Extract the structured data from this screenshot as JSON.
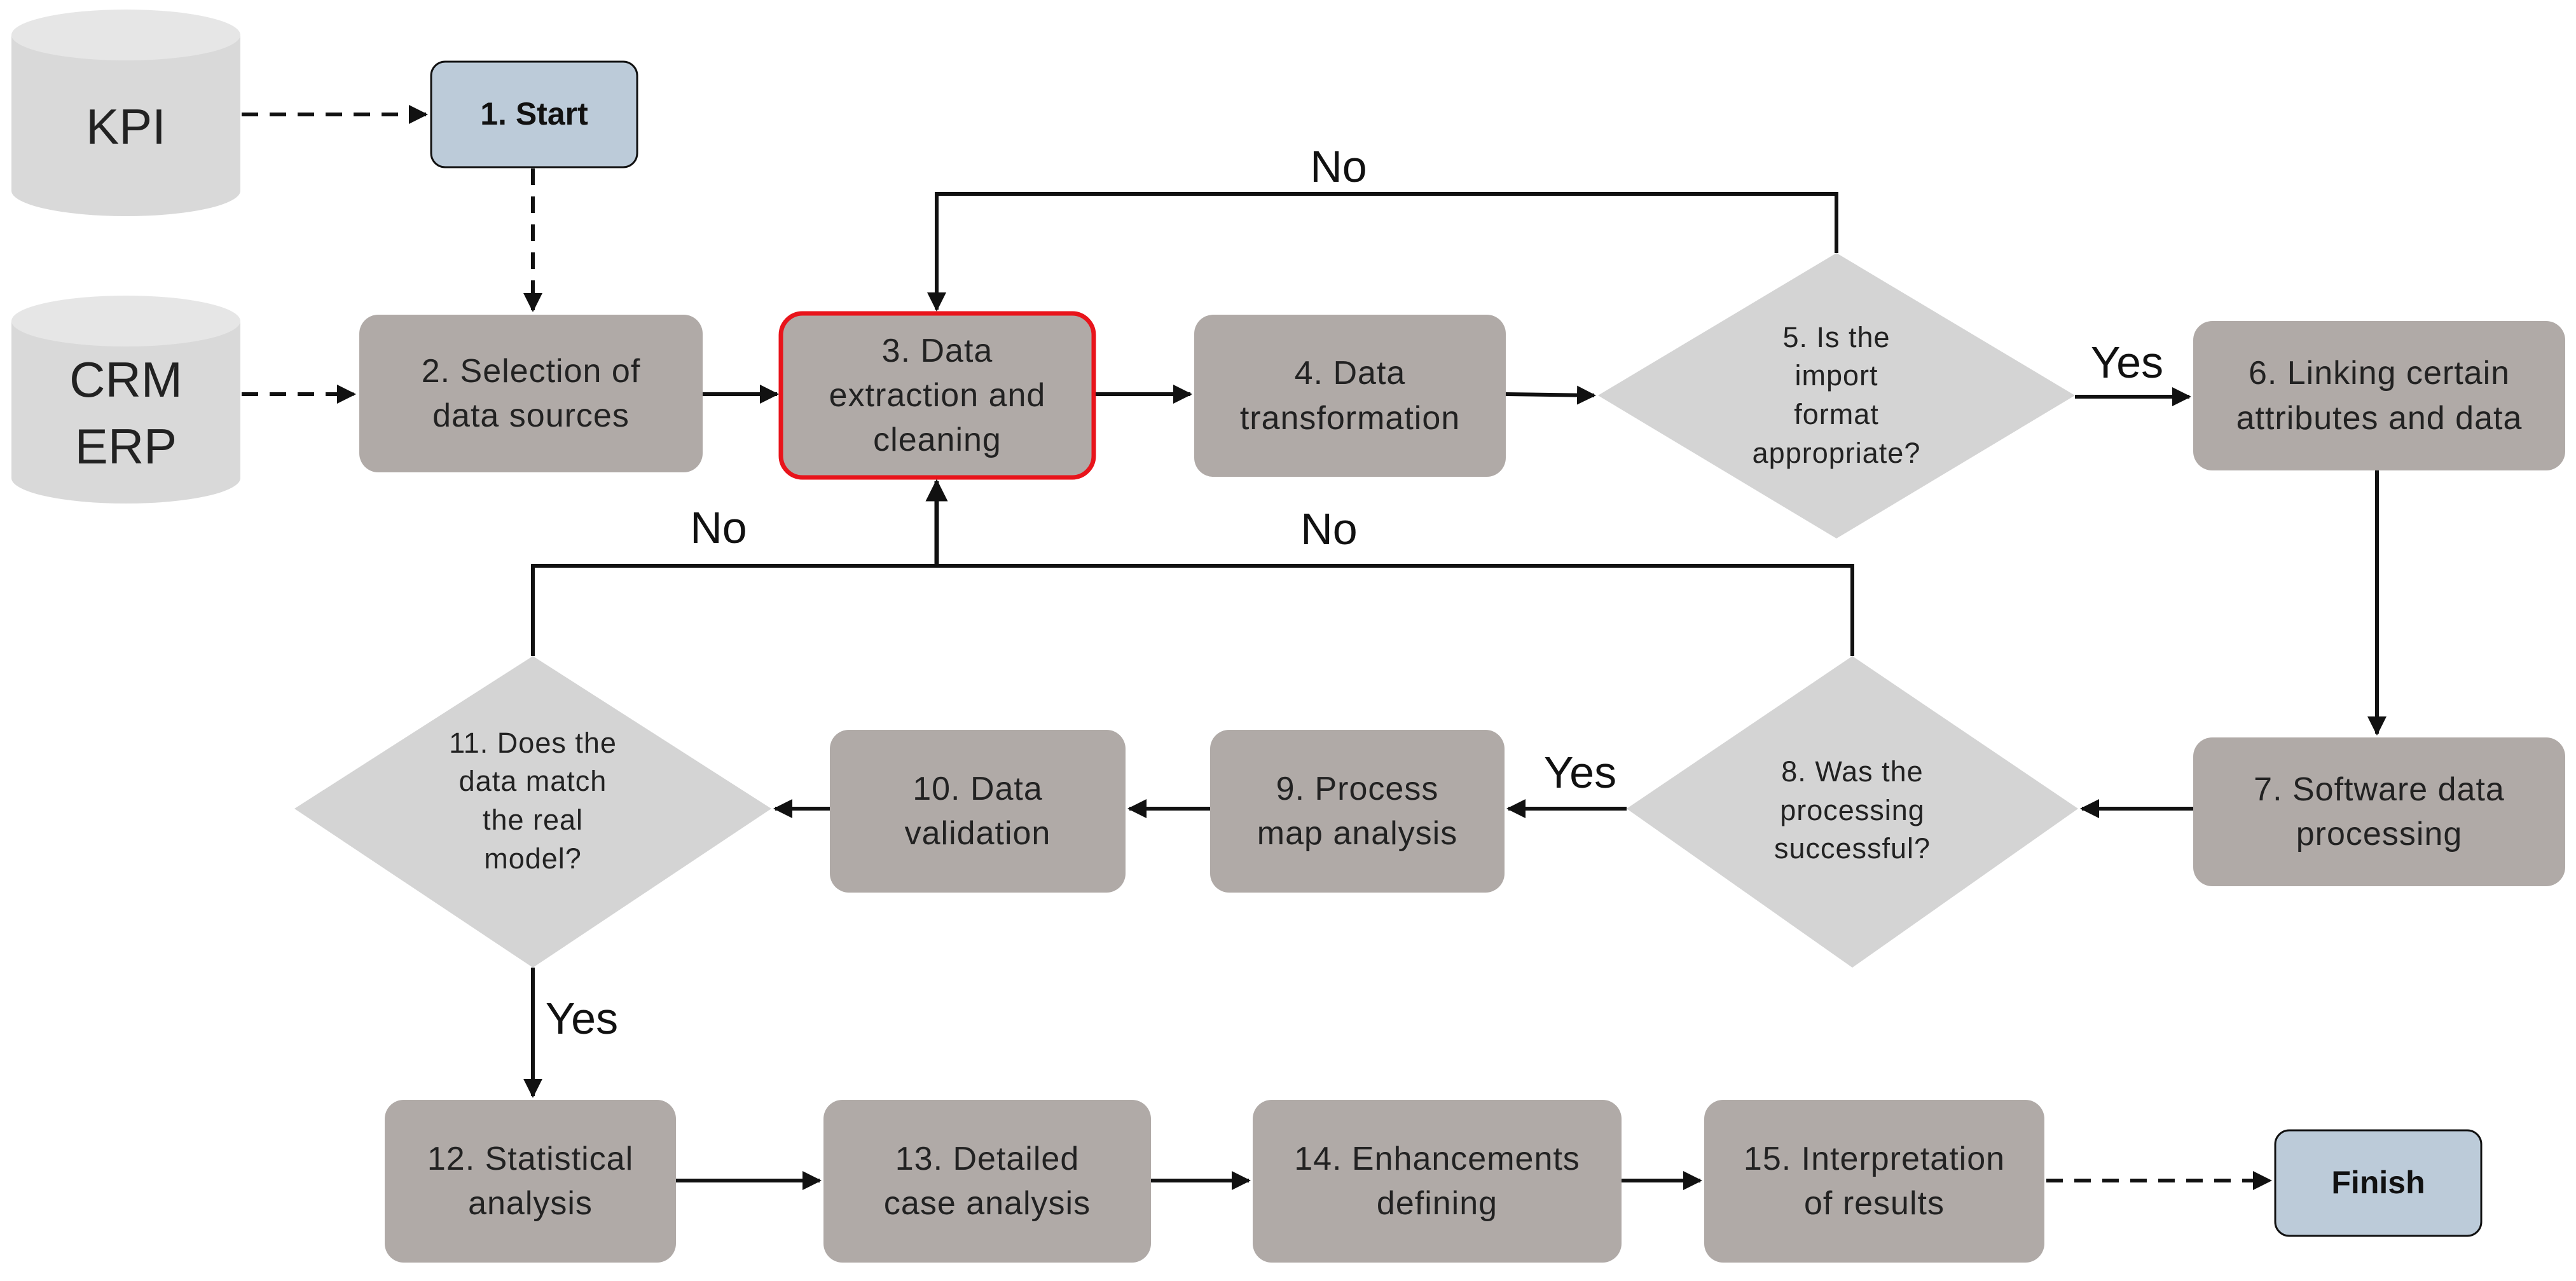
{
  "sources": {
    "kpi": [
      "KPI"
    ],
    "crm_erp": [
      "CRM",
      "ERP"
    ]
  },
  "terminals": {
    "start": [
      "1. Start"
    ],
    "finish": [
      "Finish"
    ]
  },
  "steps": {
    "s2": [
      "2. Selection of",
      "data sources"
    ],
    "s3": [
      "3. Data",
      "extraction and",
      "cleaning"
    ],
    "s4": [
      "4. Data",
      "transformation"
    ],
    "s6": [
      "6. Linking certain",
      "attributes and data"
    ],
    "s7": [
      "7. Software data",
      "processing"
    ],
    "s9": [
      "9. Process",
      "map analysis"
    ],
    "s10": [
      "10. Data",
      "validation"
    ],
    "s12": [
      "12. Statistical",
      "analysis"
    ],
    "s13": [
      "13. Detailed",
      "case analysis"
    ],
    "s14": [
      "14. Enhancements",
      "defining"
    ],
    "s15": [
      "15. Interpretation",
      "of results"
    ]
  },
  "decisions": {
    "d5": [
      "5. Is the",
      "import",
      "format",
      "appropriate?"
    ],
    "d8": [
      "8. Was the",
      "processing",
      "successful?"
    ],
    "d11": [
      "11. Does the",
      "data match",
      "the real",
      "model?"
    ]
  },
  "edge_labels": {
    "no_top": "No",
    "yes_5_6": "Yes",
    "no_11": "No",
    "no_8": "No",
    "yes_8_9": "Yes",
    "yes_11_12": "Yes"
  },
  "colors": {
    "process_fill": "#b0aaa7",
    "decision_fill": "#d4d4d4",
    "terminal_fill": "#bccbd9",
    "database_fill": "#d9d9d9",
    "highlight_border": "#e8141b",
    "line": "#111111"
  }
}
